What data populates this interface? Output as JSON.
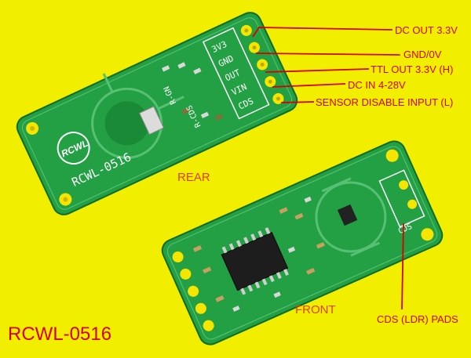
{
  "title": "RCWL-0516",
  "views": {
    "rear": "REAR",
    "front": "FRONT"
  },
  "board": {
    "model": "RCWL-0516",
    "silk_cds": "CDS",
    "silk_rgn": "R-GN",
    "silk_rcds": "R-CDS",
    "logo": "RCWL"
  },
  "pins": [
    {
      "silk": "3V3",
      "label": "DC OUT 3.3V"
    },
    {
      "silk": "GND",
      "label": "GND/0V"
    },
    {
      "silk": "OUT",
      "label": "TTL OUT 3.3V (H)"
    },
    {
      "silk": "VIN",
      "label": "DC IN 4-28V"
    },
    {
      "silk": "CDS",
      "label": "SENSOR DISABLE INPUT (L)"
    }
  ],
  "cds_pads_label": "CDS (LDR) PADS",
  "colors": {
    "background": "#f2ee00",
    "pcb": "#1f9a3e",
    "label": "#d90000",
    "pad": "#f5e500"
  }
}
